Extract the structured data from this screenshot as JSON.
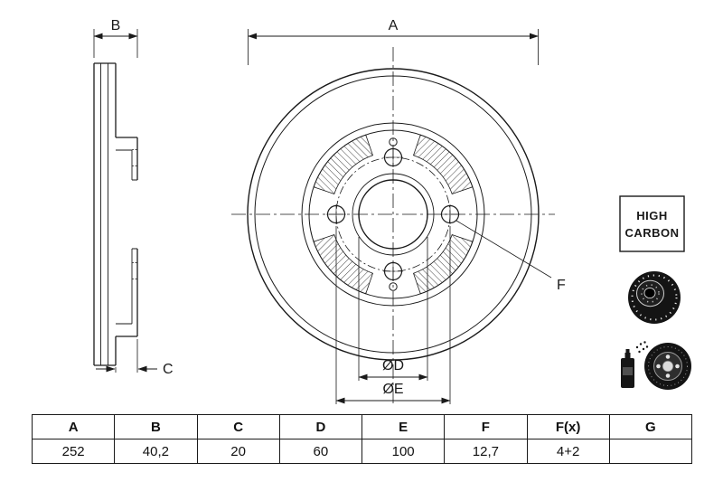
{
  "drawing": {
    "labels": {
      "a": "A",
      "b": "B",
      "c": "C",
      "d": "ØD",
      "e": "ØE",
      "f": "F"
    },
    "badge": {
      "line1": "HIGH",
      "line2": "CARBON"
    }
  },
  "table": {
    "headers": [
      "A",
      "B",
      "C",
      "D",
      "E",
      "F",
      "F(x)",
      "G"
    ],
    "values": [
      "252",
      "40,2",
      "20",
      "60",
      "100",
      "12,7",
      "4+2",
      ""
    ]
  },
  "icons": {
    "badge": "high-carbon-badge",
    "disc_photo": "brake-disc-photo-icon",
    "spray": "spray-can-icon",
    "coated_disc": "coated-disc-icon"
  },
  "colors": {
    "line": "#1a1a1a",
    "background": "#ffffff"
  }
}
